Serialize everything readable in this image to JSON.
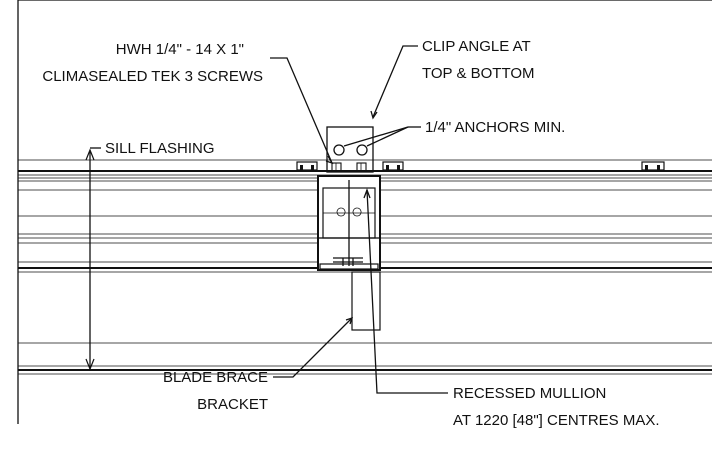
{
  "labels": {
    "screws_line1": "HWH 1/4\" - 14 X 1\"",
    "screws_line2": "CLIMASEALED TEK 3 SCREWS",
    "clip_line1": "CLIP ANGLE AT",
    "clip_line2": "TOP & BOTTOM",
    "anchors": "1/4\" ANCHORS MIN.",
    "sill_flashing": "SILL FLASHING",
    "blade_line1": "BLADE BRACE",
    "blade_line2": "BRACKET",
    "mullion_line1": "RECESSED MULLION",
    "mullion_line2": "AT 1220 [48\"] CENTRES MAX."
  }
}
